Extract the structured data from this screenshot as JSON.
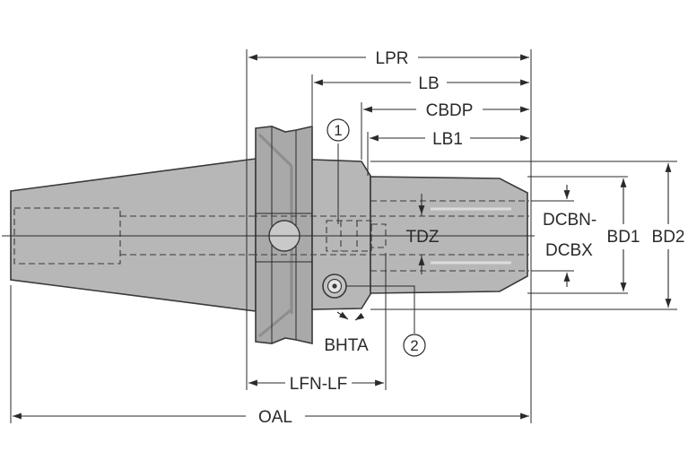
{
  "labels": {
    "lpr": "LPR",
    "lb": "LB",
    "cbdp": "CBDP",
    "lb1": "LB1",
    "dcbn": "DCBN-",
    "dcbx": "DCBX",
    "tdz": "TDZ",
    "bd1": "BD1",
    "bd2": "BD2",
    "bhta": "BHTA",
    "lfn_lf": "LFN-LF",
    "oal": "OAL"
  },
  "callouts": {
    "one": "1",
    "two": "2"
  },
  "colors": {
    "body": "#b7b7b7",
    "flange": "#a9a9a9",
    "line": "#2a2a2a"
  }
}
